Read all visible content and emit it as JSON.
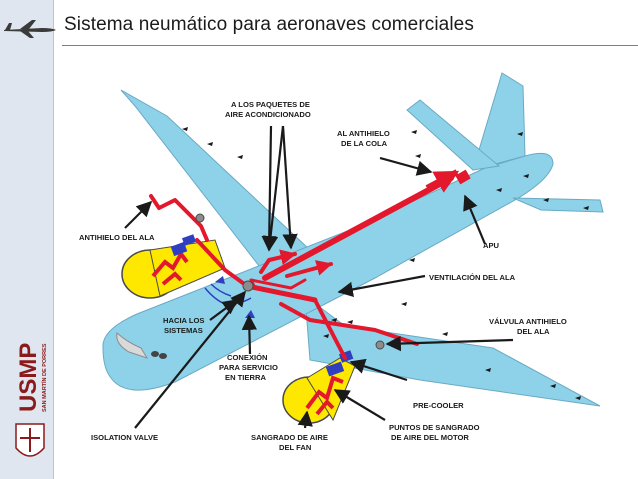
{
  "header": {
    "title": "Sistema neumático para aeronaves comerciales"
  },
  "logo": {
    "brand_text": "USMP",
    "brand_subtext": "SAN MARTÍN DE PORRES",
    "icon": "airplane-icon"
  },
  "diagram": {
    "labels": {
      "air_packs": [
        "A LOS PAQUETES DE",
        "AIRE ACONDICIONADO"
      ],
      "tail_anti_ice": [
        "AL ANTIHIELO",
        "DE LA COLA"
      ],
      "wing_anti_ice": [
        "ANTIHIELO DEL ALA"
      ],
      "apu": [
        "APU"
      ],
      "wing_vent": [
        "VENTILACIÓN DEL ALA"
      ],
      "to_systems": [
        "HACIA LOS",
        "SISTEMAS"
      ],
      "anti_ice_valve": [
        "VÁLVULA ANTIHIELO",
        "DEL ALA"
      ],
      "ground_connection": [
        "CONEXIÓN",
        "PARA SERVICIO",
        "EN TIERRA"
      ],
      "precooler": [
        "PRE-COOLER"
      ],
      "engine_bleed": [
        "PUNTOS DE SANGRADO",
        "DE AIRE DEL MOTOR"
      ],
      "isolation_valve": [
        "ISOLATION VALVE"
      ],
      "fan_bleed": [
        "SANGRADO DE AIRE",
        "DEL FAN"
      ]
    },
    "colors": {
      "airframe": "#8ed2e9",
      "duct": "#e3182d",
      "engine": "#ffe800",
      "component": "#2f3fbf"
    }
  }
}
